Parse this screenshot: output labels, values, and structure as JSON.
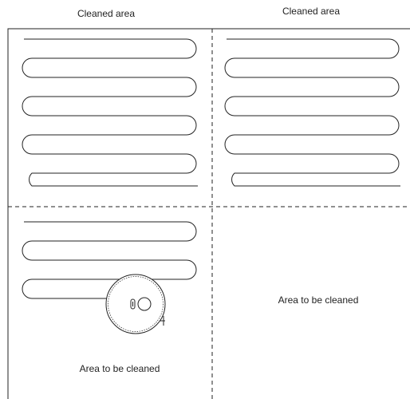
{
  "labels": {
    "top_left": "Cleaned area",
    "top_right": "Cleaned area",
    "bottom_right": "Area to be cleaned",
    "bottom_left": "Area to be cleaned"
  },
  "colors": {
    "stroke": "#222222",
    "background": "#ffffff"
  },
  "icons": {
    "robot": "robot-vacuum-icon"
  }
}
